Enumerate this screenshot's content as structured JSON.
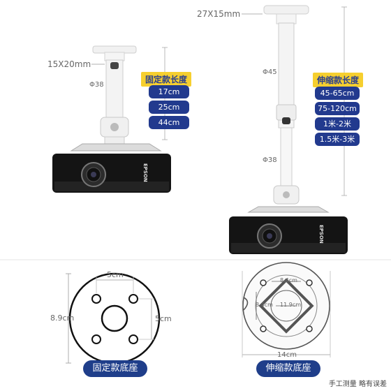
{
  "left_mount": {
    "pipe_size": "15X20mm",
    "diameter": "Φ38",
    "title": "固定款长度",
    "lengths": [
      "17cm",
      "25cm",
      "44cm"
    ]
  },
  "right_mount": {
    "pipe_size": "27X15mm",
    "diameter_upper": "Φ45",
    "diameter_lower": "Φ38",
    "title": "伸缩款长度",
    "lengths": [
      "45-65cm",
      "75-120cm",
      "1米-2米",
      "1.5米-3米"
    ]
  },
  "fixed_base": {
    "top_dim": "5cm",
    "left_dim": "8.9cm",
    "right_dim": "5cm",
    "label": "固定款底座"
  },
  "telescopic_base": {
    "inner_top_dim": "8.4cm",
    "inner_left_dim": "8.4cm",
    "center_dim": "11.9cm",
    "bottom_dim": "14cm",
    "label": "伸缩款底座"
  },
  "footer_note": "手工测量 略有误差",
  "projector_brand": "EPSON",
  "colors": {
    "pill_blue": "#223a8e",
    "title_yellow": "#f6cf2f",
    "label_blue": "#1f3e8a"
  }
}
